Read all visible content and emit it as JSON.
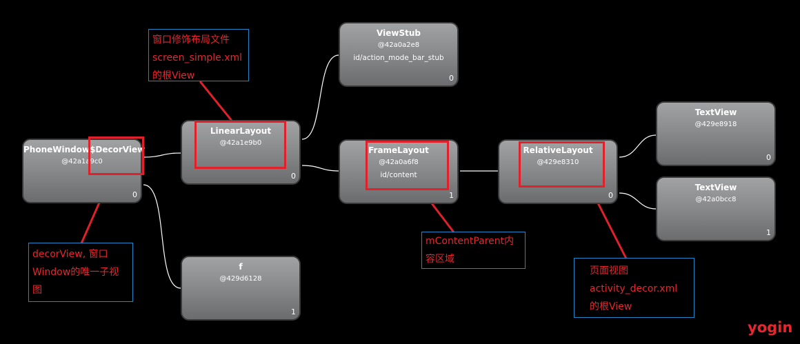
{
  "nodes": {
    "decor": {
      "name": "PhoneWindow$DecorView",
      "address": "@42a1a9c0",
      "index": "0"
    },
    "linear": {
      "name": "LinearLayout",
      "address": "@42a1e9b0",
      "index": "0"
    },
    "viewstub": {
      "name": "ViewStub",
      "address": "@42a0a2e8",
      "view_id": "id/action_mode_bar_stub",
      "index": "0"
    },
    "f": {
      "name": "f",
      "address": "@429d6128",
      "index": "1"
    },
    "frame": {
      "name": "FrameLayout",
      "address": "@42a0a6f8",
      "view_id": "id/content",
      "index": "1"
    },
    "relative": {
      "name": "RelativeLayout",
      "address": "@429e8310",
      "index": "0"
    },
    "textview1": {
      "name": "TextView",
      "address": "@429e8918",
      "index": "0"
    },
    "textview2": {
      "name": "TextView",
      "address": "@42a0bcc8",
      "index": "1"
    }
  },
  "annotations": {
    "screen_simple": [
      "窗口修饰布局文件",
      "screen_simple.xml",
      "的根View"
    ],
    "decor_view": [
      "decorView, 窗口",
      "Window的唯一子视",
      "图"
    ],
    "content_parent": [
      "mContentParent内",
      "容区域"
    ],
    "activity_decor": [
      "页面视图",
      "activity_decor.xml",
      "的根View"
    ]
  },
  "watermark": "yogin",
  "colors": {
    "background": "#000000",
    "highlight": "#e0202a",
    "annotation_text": "#e8262f",
    "annotation_border": "#1f86c8",
    "connector": "#ffffff"
  }
}
